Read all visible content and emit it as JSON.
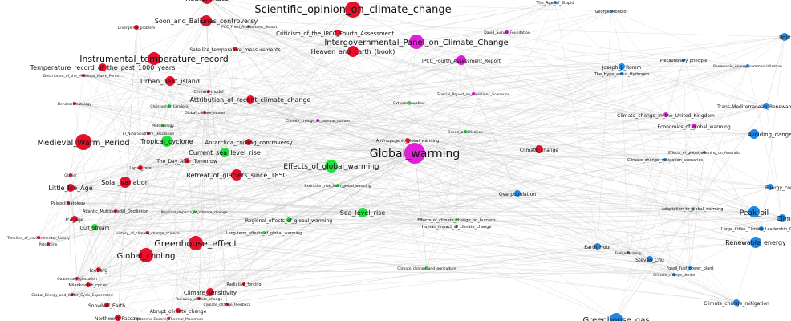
{
  "colors": {
    "red": "#e8112d",
    "magenta": "#e020d8",
    "green": "#1fe03c",
    "blue": "#1e88e5",
    "edge": "#c9c9c9",
    "background": "#ffffff"
  },
  "nodes": [
    {
      "id": "n1",
      "label": "RealClimate",
      "color": "red"
    },
    {
      "id": "n2",
      "label": "Scientific_opinion_on_climate_change",
      "color": "red"
    },
    {
      "id": "n3",
      "label": "Soon_and_Baliunas_controversy",
      "color": "red"
    },
    {
      "id": "n4",
      "label": "Divergence_problem",
      "color": "red"
    },
    {
      "id": "n5",
      "label": "Satellite_temperature_measurements",
      "color": "red"
    },
    {
      "id": "n6",
      "label": "Instrumental_temperature_record",
      "color": "red"
    },
    {
      "id": "n7",
      "label": "Temperature_record_of_the_past_1000_years",
      "color": "red"
    },
    {
      "id": "n8",
      "label": "Description_of_the_Medieval_Warm_Period...",
      "color": "red"
    },
    {
      "id": "n9",
      "label": "Urban_heat_island",
      "color": "red"
    },
    {
      "id": "n10",
      "label": "Attribution_of_recent_climate_change",
      "color": "red"
    },
    {
      "id": "n11",
      "label": "Climate_model",
      "color": "red"
    },
    {
      "id": "n12",
      "label": "Global_climate_model",
      "color": "red"
    },
    {
      "id": "n13",
      "label": "Dendroclimatology",
      "color": "red"
    },
    {
      "id": "n14",
      "label": "Criticism_of_the_IPCC_Fourth_Assessment...",
      "color": "red"
    },
    {
      "id": "n15",
      "label": "Heaven_and_Earth_(book)",
      "color": "red"
    },
    {
      "id": "n16",
      "label": "Medieval_Warm_Period",
      "color": "red"
    },
    {
      "id": "n17",
      "label": "Tropical_cyclone",
      "color": "green"
    },
    {
      "id": "n18",
      "label": "Current_sea_level_rise",
      "color": "green"
    },
    {
      "id": "n19",
      "label": "Antarctica_cooling_controversy",
      "color": "red"
    },
    {
      "id": "n20",
      "label": "The_Day_After_Tomorrow",
      "color": "red"
    },
    {
      "id": "n21",
      "label": "Retreat_of_glaciers_since_1850",
      "color": "red"
    },
    {
      "id": "n22",
      "label": "Solar_variation",
      "color": "red"
    },
    {
      "id": "n23",
      "label": "Little_Ice_Age",
      "color": "red"
    },
    {
      "id": "n24",
      "label": "Paleoclimatology",
      "color": "red"
    },
    {
      "id": "n25",
      "label": "Atlantic_Multidecadal_Oscillation",
      "color": "red"
    },
    {
      "id": "n26",
      "label": "Ice_age",
      "color": "red"
    },
    {
      "id": "n27",
      "label": "Gulf_Stream",
      "color": "green"
    },
    {
      "id": "n28",
      "label": "History_of_climate_change_science",
      "color": "red"
    },
    {
      "id": "n29",
      "label": "Greenhouse_effect",
      "color": "red"
    },
    {
      "id": "n30",
      "label": "Global_cooling",
      "color": "red"
    },
    {
      "id": "n31",
      "label": "Timeline_of_environmental_history",
      "color": "red"
    },
    {
      "id": "n32",
      "label": "Iceberg",
      "color": "red"
    },
    {
      "id": "n33",
      "label": "Milankovitch_cycles",
      "color": "red"
    },
    {
      "id": "n34",
      "label": "Quaternary_glaciation",
      "color": "red"
    },
    {
      "id": "n35",
      "label": "Climate_sensitivity",
      "color": "red"
    },
    {
      "id": "n36",
      "label": "Snowball_Earth",
      "color": "red"
    },
    {
      "id": "n37",
      "label": "Abrupt_climate_change",
      "color": "red"
    },
    {
      "id": "n38",
      "label": "Northwest_Passage",
      "color": "red"
    },
    {
      "id": "n39",
      "label": "Radiative_forcing",
      "color": "red"
    },
    {
      "id": "n40",
      "label": "Intergovernmental_Panel_on_Climate_Change",
      "color": "magenta"
    },
    {
      "id": "n41",
      "label": "IPCC_Fourth_Assessment_Report",
      "color": "magenta"
    },
    {
      "id": "n42",
      "label": "David_Suzuki_Foundation",
      "color": "magenta"
    },
    {
      "id": "n43",
      "label": "Global_warming",
      "color": "magenta"
    },
    {
      "id": "n44",
      "label": "Anthropogenic_global_warming",
      "color": "red"
    },
    {
      "id": "n45",
      "label": "Effects_of_global_warming",
      "color": "green"
    },
    {
      "id": "n46",
      "label": "Extreme_weather",
      "color": "green"
    },
    {
      "id": "n47",
      "label": "Sea_level_rise",
      "color": "green"
    },
    {
      "id": "n48",
      "label": "Regional_effects_of_global_warming",
      "color": "green"
    },
    {
      "id": "n49",
      "label": "Long-term_effects_of_global_warming",
      "color": "green"
    },
    {
      "id": "n50",
      "label": "Effects_of_climate_change_on_humans",
      "color": "green"
    },
    {
      "id": "n51",
      "label": "Human_impact_of_climate_change",
      "color": "magenta"
    },
    {
      "id": "n52",
      "label": "Climate_change",
      "color": "red"
    },
    {
      "id": "n53",
      "label": "Overpopulation",
      "color": "blue"
    },
    {
      "id": "n54",
      "label": "Joseph_J._Romm",
      "color": "blue"
    },
    {
      "id": "n55",
      "label": "The_Hype_about_Hydrogen",
      "color": "blue"
    },
    {
      "id": "n56",
      "label": "George_Monbiot",
      "color": "blue"
    },
    {
      "id": "n57",
      "label": "Climate_change_in_the_United_Kingdom",
      "color": "magenta"
    },
    {
      "id": "n58",
      "label": "Economics_of_global_warming",
      "color": "magenta"
    },
    {
      "id": "n59",
      "label": "Avoiding_dangerous_climate_change",
      "color": "blue"
    },
    {
      "id": "n60",
      "label": "Peak_oil",
      "color": "blue"
    },
    {
      "id": "n61",
      "label": "Renewable_energy",
      "color": "blue"
    },
    {
      "id": "n62",
      "label": "Earth_Hour",
      "color": "blue"
    },
    {
      "id": "n63",
      "label": "Steven_Chu",
      "color": "blue"
    },
    {
      "id": "n64",
      "label": "Fossil_fuel_power_plant",
      "color": "blue"
    },
    {
      "id": "n65",
      "label": "Climate_change_mitigation",
      "color": "blue"
    },
    {
      "id": "n66",
      "label": "Greenhouse_gas",
      "color": "blue"
    },
    {
      "id": "n67",
      "label": "Politics_of_global_warming",
      "color": "blue"
    },
    {
      "id": "n68",
      "label": "Trans-Mediterranean_Renewable_Energy",
      "color": "blue"
    },
    {
      "id": "n69",
      "label": "Energy_conservation",
      "color": "blue"
    },
    {
      "id": "n70",
      "label": "Adaptation_to_global_warming",
      "color": "green"
    },
    {
      "id": "n71",
      "label": "Climate_change_mitigation_scenarios",
      "color": "blue"
    },
    {
      "id": "n72",
      "label": "The_Age_of_Stupid",
      "color": "blue"
    },
    {
      "id": "n73",
      "label": "Renewable_energy_commercialization",
      "color": "blue"
    },
    {
      "id": "n74",
      "label": "Precautionary_principle",
      "color": "blue"
    },
    {
      "id": "n75",
      "label": "Large_Cities_Climate_Leadership_Group",
      "color": "blue"
    },
    {
      "id": "n76",
      "label": "Clim...",
      "color": "blue"
    },
    {
      "id": "n77",
      "label": "Meteorology",
      "color": "green"
    },
    {
      "id": "n78",
      "label": "Christopher_Landsea",
      "color": "green"
    },
    {
      "id": "n79",
      "label": "El_Niño-Southern_Oscillation",
      "color": "red"
    },
    {
      "id": "n80",
      "label": "Lapse_rate",
      "color": "red"
    },
    {
      "id": "n81",
      "label": "Climate_change_and_agriculture",
      "color": "green"
    },
    {
      "id": "n82",
      "label": "Climate_change_feedback",
      "color": "red"
    },
    {
      "id": "n83",
      "label": "Paleocene-Eocene_Thermal_Maximum",
      "color": "red"
    },
    {
      "id": "n84",
      "label": "Effects_of_global_warming_on_Australia",
      "color": "blue"
    },
    {
      "id": "n85",
      "label": "Climate_change_in_popular_culture",
      "color": "magenta"
    },
    {
      "id": "n86",
      "label": "Special_Report_on_Emissions_Scenarios",
      "color": "magenta"
    },
    {
      "id": "n87",
      "label": "Runaway_climate_change",
      "color": "red"
    },
    {
      "id": "n88",
      "label": "Extinction_risk_from_global_warming",
      "color": "green"
    },
    {
      "id": "n89",
      "label": "Physical_impacts_of_climate_change",
      "color": "green"
    },
    {
      "id": "n90",
      "label": "Fuel_efficiency",
      "color": "blue"
    },
    {
      "id": "n91",
      "label": "IPCC_Third_Assessment_Report",
      "color": "magenta"
    },
    {
      "id": "n92",
      "label": "Climate_change_denial",
      "color": "blue"
    },
    {
      "id": "n93",
      "label": "Global_Energy_and_Water_Cycle_Experiment",
      "color": "red"
    },
    {
      "id": "n94",
      "label": "Glacier",
      "color": "red"
    },
    {
      "id": "n95",
      "label": "Paleocene",
      "color": "red"
    },
    {
      "id": "n96",
      "label": "Ocean_acidification",
      "color": "green"
    }
  ]
}
